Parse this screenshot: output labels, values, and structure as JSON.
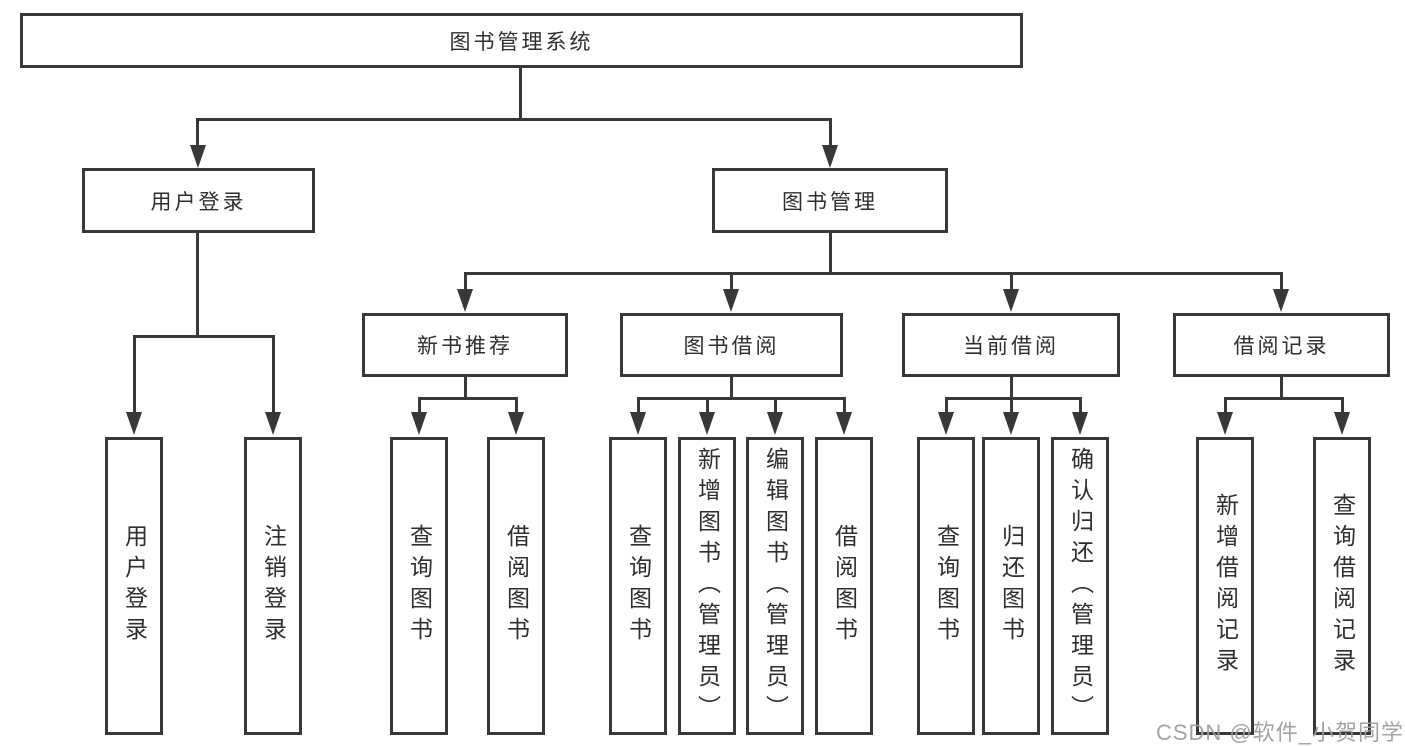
{
  "diagram": {
    "title": "图书管理系统",
    "root": {
      "label": "图书管理系统"
    },
    "level2": [
      {
        "label": "用户登录"
      },
      {
        "label": "图书管理"
      }
    ],
    "level3": [
      {
        "label": "新书推荐"
      },
      {
        "label": "图书借阅"
      },
      {
        "label": "当前借阅"
      },
      {
        "label": "借阅记录"
      }
    ],
    "leaves": {
      "user_login": [
        {
          "label": "用户登录"
        },
        {
          "label": "注销登录"
        }
      ],
      "new_book": [
        {
          "label": "查询图书"
        },
        {
          "label": "借阅图书"
        }
      ],
      "borrow": [
        {
          "label": "查询图书"
        },
        {
          "label": "新增图书（管理员）"
        },
        {
          "label": "编辑图书（管理员）"
        },
        {
          "label": "借阅图书"
        }
      ],
      "current": [
        {
          "label": "查询图书"
        },
        {
          "label": "归还图书"
        },
        {
          "label": "确认归还（管理员）"
        }
      ],
      "records": [
        {
          "label": "新增借阅记录"
        },
        {
          "label": "查询借阅记录"
        }
      ]
    },
    "colors": {
      "line": "#383838",
      "text": "#2e2e2e",
      "background": "#ffffff",
      "watermark": "#9e9e9e"
    }
  },
  "watermark": {
    "text": "CSDN @软件_小贺同学"
  }
}
